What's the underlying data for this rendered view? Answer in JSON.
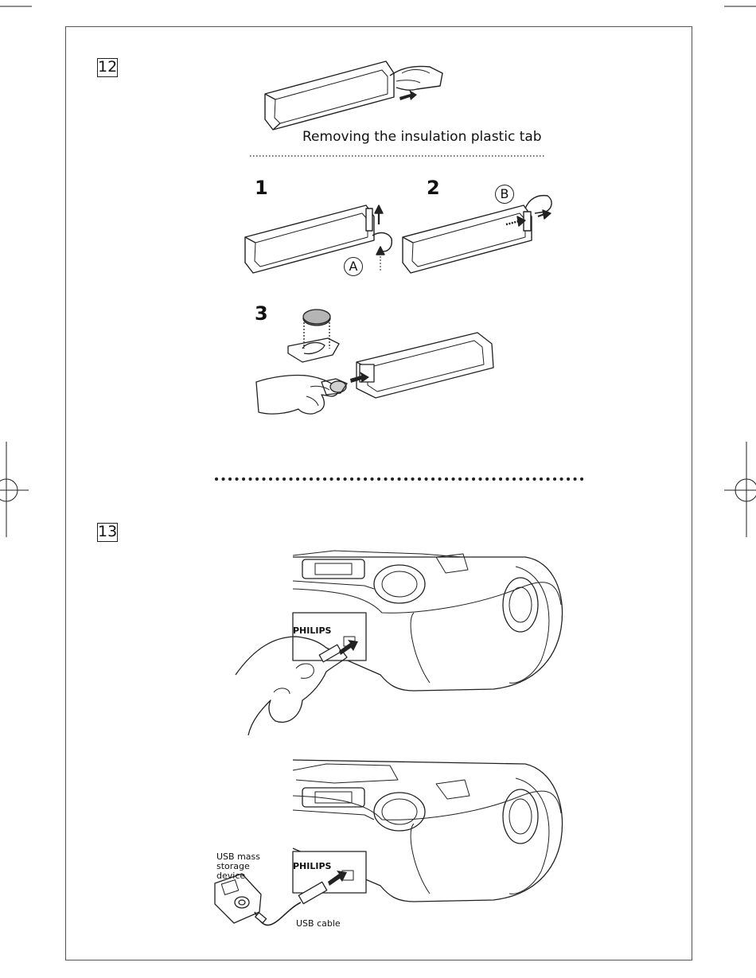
{
  "section_12": {
    "step_number": "12",
    "caption": "Removing the insulation plastic tab",
    "sub_steps": [
      {
        "label": "1",
        "marker": "A"
      },
      {
        "label": "2",
        "marker": "B"
      },
      {
        "label": "3",
        "marker": ""
      }
    ]
  },
  "section_13": {
    "step_number": "13",
    "brand_top": "PHILIPS",
    "brand_bottom": "PHILIPS",
    "device_label": "USB mass storage device",
    "cable_label": "USB cable"
  }
}
